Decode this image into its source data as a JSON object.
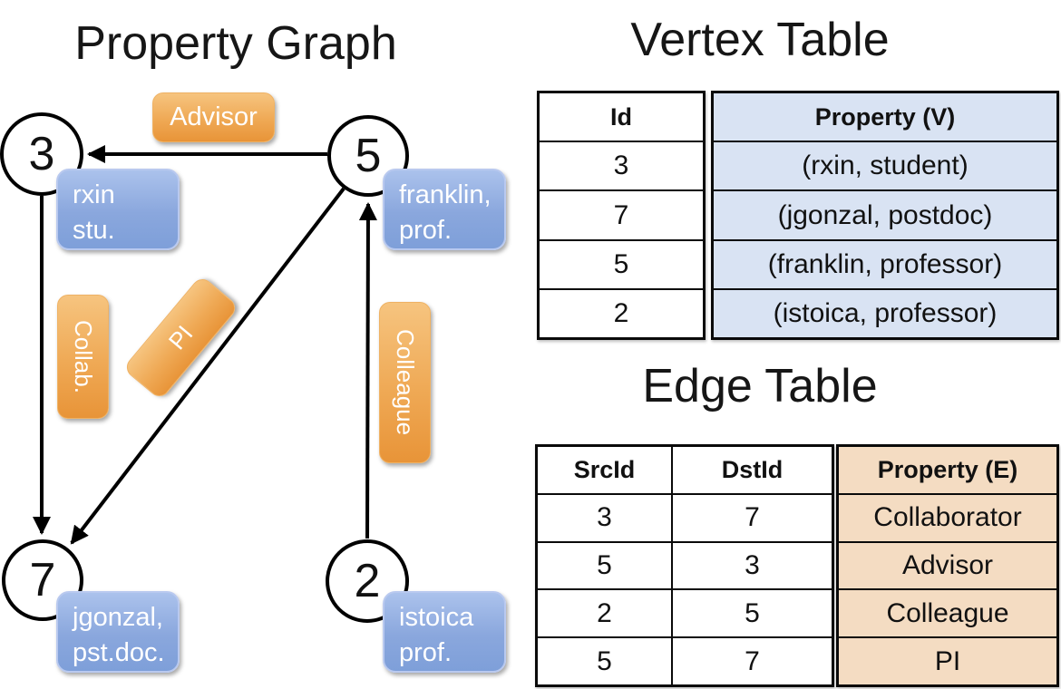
{
  "colors": {
    "edge_label_orange_top": "#f6c47f",
    "edge_label_orange_bottom": "#e89438",
    "vertex_box_blue_top": "#abc2ec",
    "vertex_box_blue_bottom": "#7e9fd9",
    "vertex_table_fill": "#d9e3f3",
    "edge_table_fill": "#f4dcc2",
    "line_color": "#000000"
  },
  "graph": {
    "title": "Property Graph",
    "nodes": [
      {
        "id": "3",
        "line1": "rxin",
        "line2": "stu."
      },
      {
        "id": "5",
        "line1": "franklin,",
        "line2": "prof."
      },
      {
        "id": "7",
        "line1": "jgonzal,",
        "line2": "pst.doc."
      },
      {
        "id": "2",
        "line1": "istoica",
        "line2": "prof."
      }
    ],
    "edge_labels": {
      "advisor": "Advisor",
      "collab": "Collab.",
      "pi": "PI",
      "colleague": "Colleague"
    }
  },
  "vertex_table": {
    "title": "Vertex Table",
    "col_id": "Id",
    "col_property": "Property (V)",
    "rows": [
      {
        "id": "3",
        "property": "(rxin, student)"
      },
      {
        "id": "7",
        "property": "(jgonzal, postdoc)"
      },
      {
        "id": "5",
        "property": "(franklin, professor)"
      },
      {
        "id": "2",
        "property": "(istoica, professor)"
      }
    ]
  },
  "edge_table": {
    "title": "Edge Table",
    "col_src": "SrcId",
    "col_dst": "DstId",
    "col_property": "Property (E)",
    "rows": [
      {
        "src": "3",
        "dst": "7",
        "property": "Collaborator"
      },
      {
        "src": "5",
        "dst": "3",
        "property": "Advisor"
      },
      {
        "src": "2",
        "dst": "5",
        "property": "Colleague"
      },
      {
        "src": "5",
        "dst": "7",
        "property": "PI"
      }
    ]
  }
}
